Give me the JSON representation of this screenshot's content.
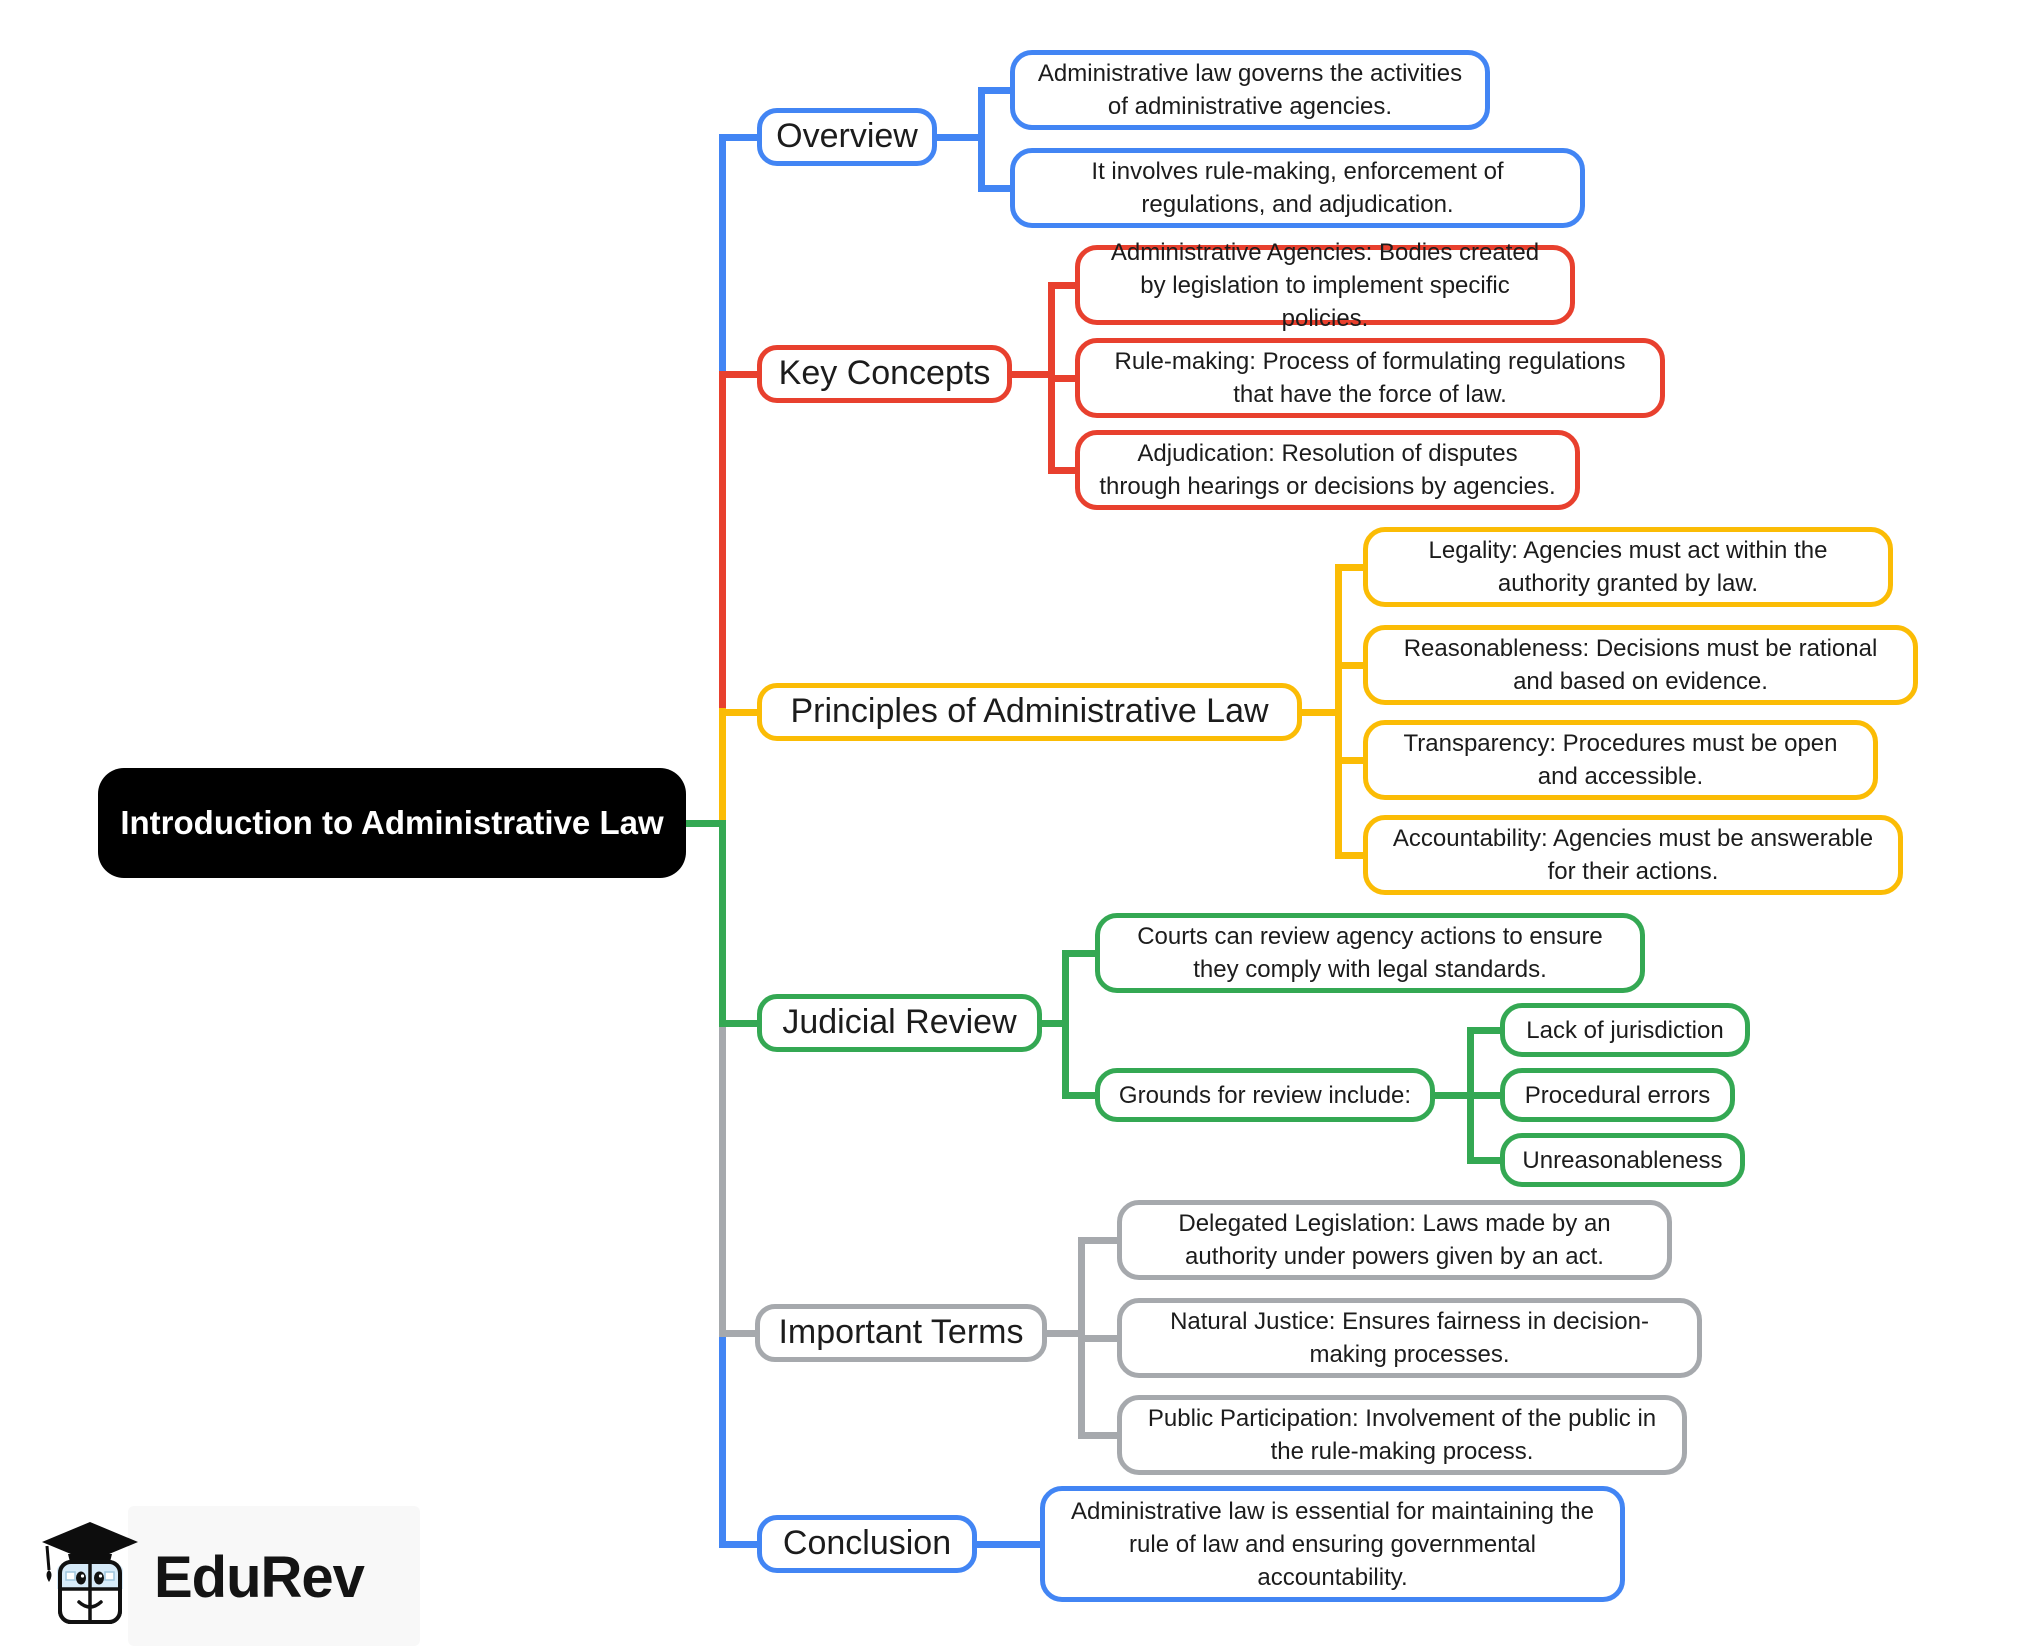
{
  "root": {
    "title": "Introduction to Administrative Law"
  },
  "branches": [
    {
      "id": "overview",
      "label": "Overview",
      "color": "#4285F4",
      "children": [
        {
          "text": "Administrative law governs the activities of administrative agencies."
        },
        {
          "text": "It involves rule-making, enforcement of regulations, and adjudication."
        }
      ]
    },
    {
      "id": "key-concepts",
      "label": "Key Concepts",
      "color": "#E8402E",
      "children": [
        {
          "text": "Administrative Agencies: Bodies created by legislation to implement specific policies."
        },
        {
          "text": "Rule-making: Process of formulating regulations that have the force of law."
        },
        {
          "text": "Adjudication: Resolution of disputes through hearings or decisions by agencies."
        }
      ]
    },
    {
      "id": "principles",
      "label": "Principles of Administrative Law",
      "color": "#FBBC05",
      "children": [
        {
          "text": "Legality: Agencies must act within the authority granted by law."
        },
        {
          "text": "Reasonableness: Decisions must be rational and based on evidence."
        },
        {
          "text": "Transparency: Procedures must be open and accessible."
        },
        {
          "text": "Accountability: Agencies must be answerable for their actions."
        }
      ]
    },
    {
      "id": "judicial-review",
      "label": "Judicial Review",
      "color": "#34A853",
      "children": [
        {
          "text": "Courts can review agency actions to ensure they comply with legal standards."
        },
        {
          "text": "Grounds for review include:",
          "subs": [
            "Lack of jurisdiction",
            "Procedural errors",
            "Unreasonableness"
          ]
        }
      ]
    },
    {
      "id": "important-terms",
      "label": "Important Terms",
      "color": "#A6A9AD",
      "children": [
        {
          "text": "Delegated Legislation: Laws made by an authority under powers given by an act."
        },
        {
          "text": "Natural Justice: Ensures fairness in decision-making processes."
        },
        {
          "text": "Public Participation: Involvement of the public in the rule-making process."
        }
      ]
    },
    {
      "id": "conclusion",
      "label": "Conclusion",
      "color": "#4285F4",
      "children": [
        {
          "text": "Administrative law is essential for maintaining the rule of law and ensuring governmental accountability."
        }
      ]
    }
  ],
  "logo": {
    "text": "EduRev"
  },
  "colors": {
    "blue": "#4285F4",
    "red": "#E8402E",
    "yellow": "#FBBC05",
    "green": "#34A853",
    "gray": "#A6A9AD",
    "root_bg": "#000000",
    "root_text": "#FFFFFF"
  }
}
